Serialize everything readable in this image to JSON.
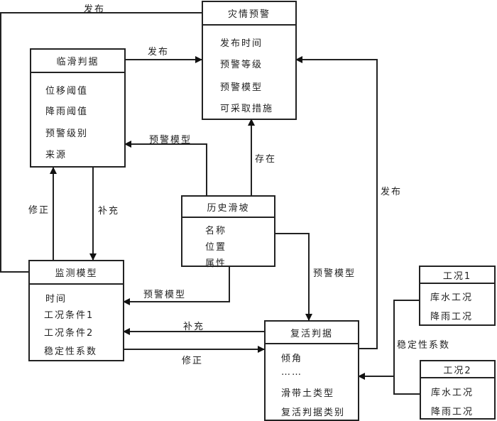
{
  "entities": {
    "disaster_warning": {
      "title": "灾情预警",
      "items": [
        "发布时间",
        "预警等级",
        "预警模型",
        "可采取措施"
      ]
    },
    "imminent_criteria": {
      "title": "临滑判据",
      "items": [
        "位移阈值",
        "降雨阈值",
        "预警级别",
        "来源"
      ]
    },
    "historical_landslide": {
      "title": "历史滑坡",
      "items": [
        "名称",
        "位置",
        "属性"
      ]
    },
    "monitoring_model": {
      "title": "监测模型",
      "items": [
        "时间",
        "工况条件1",
        "工况条件2",
        "稳定性系数"
      ]
    },
    "revival_criteria": {
      "title": "复活判据",
      "items": [
        "倾角",
        "……",
        "滑带土类型",
        "复活判据类别"
      ]
    },
    "condition1": {
      "title": "工况1",
      "items": [
        "库水工况",
        "降雨工况"
      ]
    },
    "condition2": {
      "title": "工况2",
      "items": [
        "库水工况",
        "降雨工况"
      ]
    }
  },
  "relations": {
    "publish_top": "发布",
    "publish_imminent": "发布",
    "publish_revival": "发布",
    "warning_model_to_imminent": "预警模型",
    "exist": "存在",
    "correct_up": "修正",
    "supplement_down": "补充",
    "warning_model_to_monitoring": "预警模型",
    "warning_model_to_revival": "预警模型",
    "supplement_left": "补充",
    "correct_right": "修正",
    "stability_factor": "稳定性系数"
  }
}
